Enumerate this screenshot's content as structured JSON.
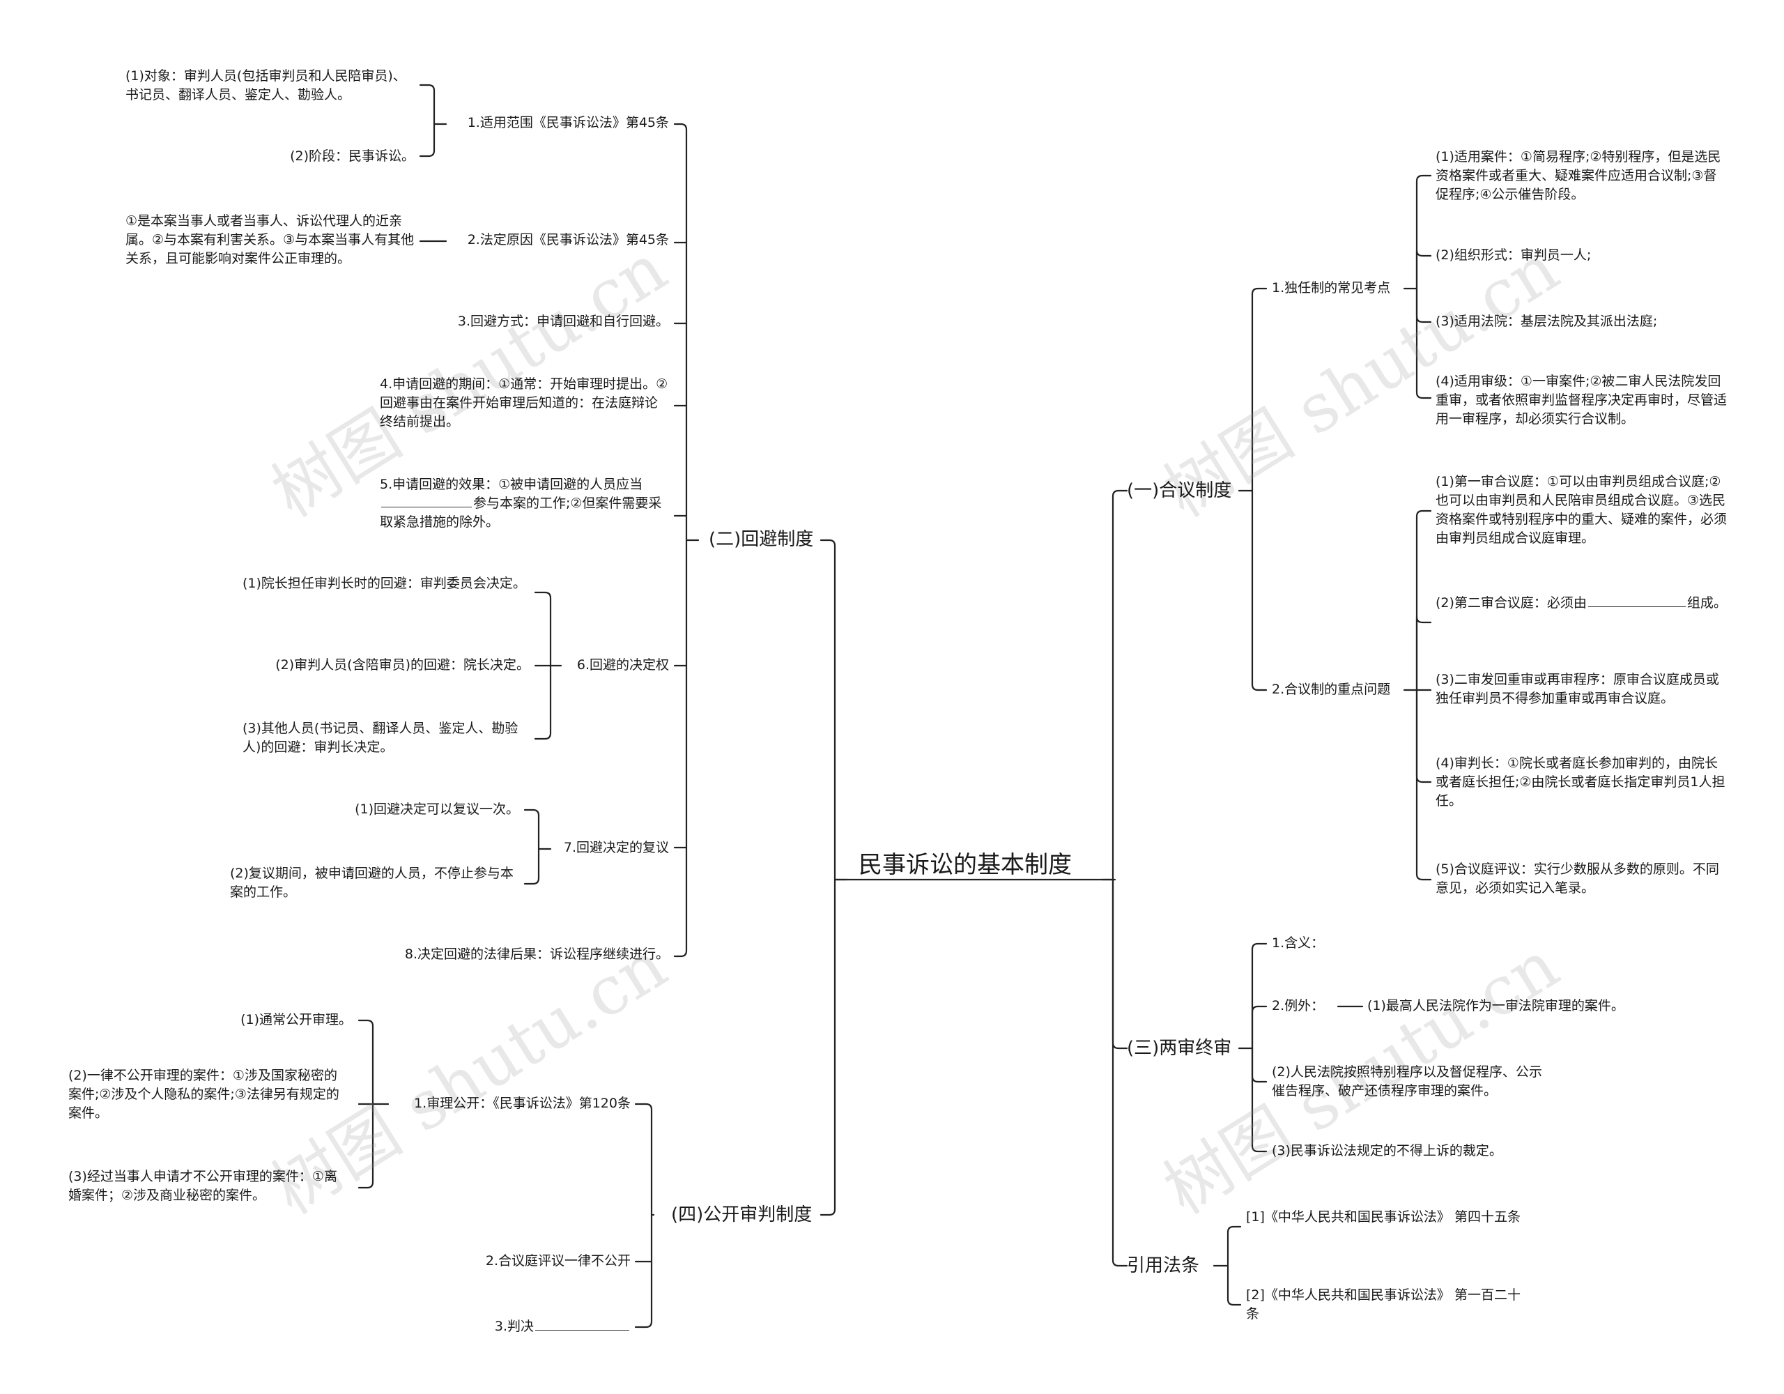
{
  "root": "民事诉讼的基本制度",
  "watermark": "树图 shutu.cn",
  "branches": {
    "b1": {
      "label": "(二)回避制度",
      "c1": {
        "label": "1.适用范围《民事诉讼法》第45条",
        "g1": "(1)对象：审判人员(包括审判员和人民陪审员)、书记员、翻译人员、鉴定人、勘验人。",
        "g2": "(2)阶段：民事诉讼。"
      },
      "c2": {
        "label": "2.法定原因《民事诉讼法》第45条",
        "g1": "①是本案当事人或者当事人、诉讼代理人的近亲属。②与本案有利害关系。③与本案当事人有其他关系，且可能影响对案件公正审理的。"
      },
      "c3": "3.回避方式：申请回避和自行回避。",
      "c4": "4.申请回避的期间：①通常：开始审理时提出。②回避事由在案件开始审理后知道的：在法庭辩论终结前提出。",
      "c5": {
        "a": "5.申请回避的效果：①被申请回避的人员应当",
        "b": "参与本案的工作;②但案件需要采取紧急措施的除外。"
      },
      "c6": {
        "label": "6.回避的决定权",
        "g1": "(1)院长担任审判长时的回避：审判委员会决定。",
        "g2": "(2)审判人员(含陪审员)的回避：院长决定。",
        "g3": "(3)其他人员(书记员、翻译人员、鉴定人、勘验人)的回避：审判长决定。"
      },
      "c7": {
        "label": "7.回避决定的复议",
        "g1": "(1)回避决定可以复议一次。",
        "g2": "(2)复议期间，被申请回避的人员，不停止参与本案的工作。"
      },
      "c8": "8.决定回避的法律后果：诉讼程序继续进行。"
    },
    "b2": {
      "label": "(四)公开审判制度",
      "c1": {
        "label": "1.审理公开：《民事诉讼法》第120条",
        "g1": "(1)通常公开审理。",
        "g2": "(2)一律不公开审理的案件：①涉及国家秘密的案件;②涉及个人隐私的案件;③法律另有规定的案件。",
        "g3": "(3)经过当事人申请才不公开审理的案件：①离婚案件；②涉及商业秘密的案件。"
      },
      "c2": "2.合议庭评议一律不公开",
      "c3": "3.判决"
    },
    "b3": {
      "label": "(一)合议制度",
      "c1": {
        "label": "1.独任制的常见考点",
        "g1": "(1)适用案件：①简易程序;②特别程序，但是选民资格案件或者重大、疑难案件应适用合议制;③督促程序;④公示催告阶段。",
        "g2": "(2)组织形式：审判员一人;",
        "g3": "(3)适用法院：基层法院及其派出法庭;",
        "g4": "(4)适用审级：①一审案件;②被二审人民法院发回重审，或者依照审判监督程序决定再审时，尽管适用一审程序，却必须实行合议制。"
      },
      "c2": {
        "label": "2.合议制的重点问题",
        "g1": "(1)第一审合议庭：①可以由审判员组成合议庭;②也可以由审判员和人民陪审员组成合议庭。③选民资格案件或特别程序中的重大、疑难的案件，必须由审判员组成合议庭审理。",
        "g2a": "(2)第二审合议庭：必须由",
        "g2b": "组成。",
        "g3": "(3)二审发回重审或再审程序：原审合议庭成员或独任审判员不得参加重审或再审合议庭。",
        "g4": "(4)审判长：①院长或者庭长参加审判的，由院长或者庭长担任;②由院长或者庭长指定审判员1人担任。",
        "g5": "(5)合议庭评议：实行少数服从多数的原则。不同意见，必须如实记入笔录。"
      }
    },
    "b4": {
      "label": "(三)两审终审",
      "c1": "1.含义：",
      "c2": {
        "label": "2.例外：",
        "g1": "(1)最高人民法院作为一审法院审理的案件。"
      },
      "c3": "(2)人民法院按照特别程序以及督促程序、公示催告程序、破产还债程序审理的案件。",
      "c4": "(3)民事诉讼法规定的不得上诉的裁定。"
    },
    "b5": {
      "label": "引用法条",
      "c1": "[1]《中华人民共和国民事诉讼法》 第四十五条",
      "c2": "[2]《中华人民共和国民事诉讼法》 第一百二十条"
    }
  }
}
